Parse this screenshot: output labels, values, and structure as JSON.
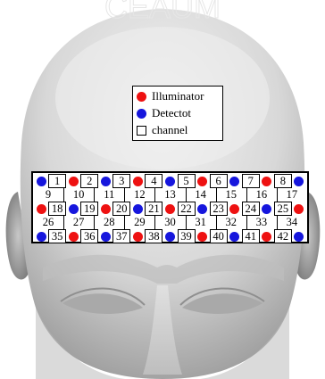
{
  "colors": {
    "illuminator": "#ee1111",
    "detector": "#1616dd",
    "skin_light": "#ececec",
    "skin_dark": "#8a8a8a"
  },
  "watermark": "CEAUM",
  "legend": {
    "items": [
      {
        "label": "Illuminator",
        "symbol": "red-dot"
      },
      {
        "label": "Detectot",
        "symbol": "blue-dot"
      },
      {
        "label": "channel",
        "symbol": "square"
      }
    ]
  },
  "layout_grid": {
    "rows": [
      {
        "type": "optode",
        "items": [
          "D",
          "1",
          "I",
          "2",
          "D",
          "3",
          "I",
          "4",
          "D",
          "5",
          "I",
          "6",
          "D",
          "7",
          "I",
          "8",
          "D"
        ]
      },
      {
        "type": "channel",
        "items": [
          "9",
          "10",
          "11",
          "12",
          "13",
          "14",
          "15",
          "16",
          "17"
        ]
      },
      {
        "type": "optode",
        "items": [
          "I",
          "18",
          "D",
          "19",
          "I",
          "20",
          "D",
          "21",
          "I",
          "22",
          "D",
          "23",
          "I",
          "24",
          "D",
          "25",
          "I"
        ]
      },
      {
        "type": "channel",
        "items": [
          "26",
          "27",
          "28",
          "29",
          "30",
          "31",
          "32",
          "33",
          "34"
        ]
      },
      {
        "type": "optode",
        "items": [
          "D",
          "35",
          "I",
          "36",
          "D",
          "37",
          "I",
          "38",
          "D",
          "39",
          "I",
          "40",
          "D",
          "41",
          "I",
          "42",
          "D"
        ]
      }
    ]
  }
}
